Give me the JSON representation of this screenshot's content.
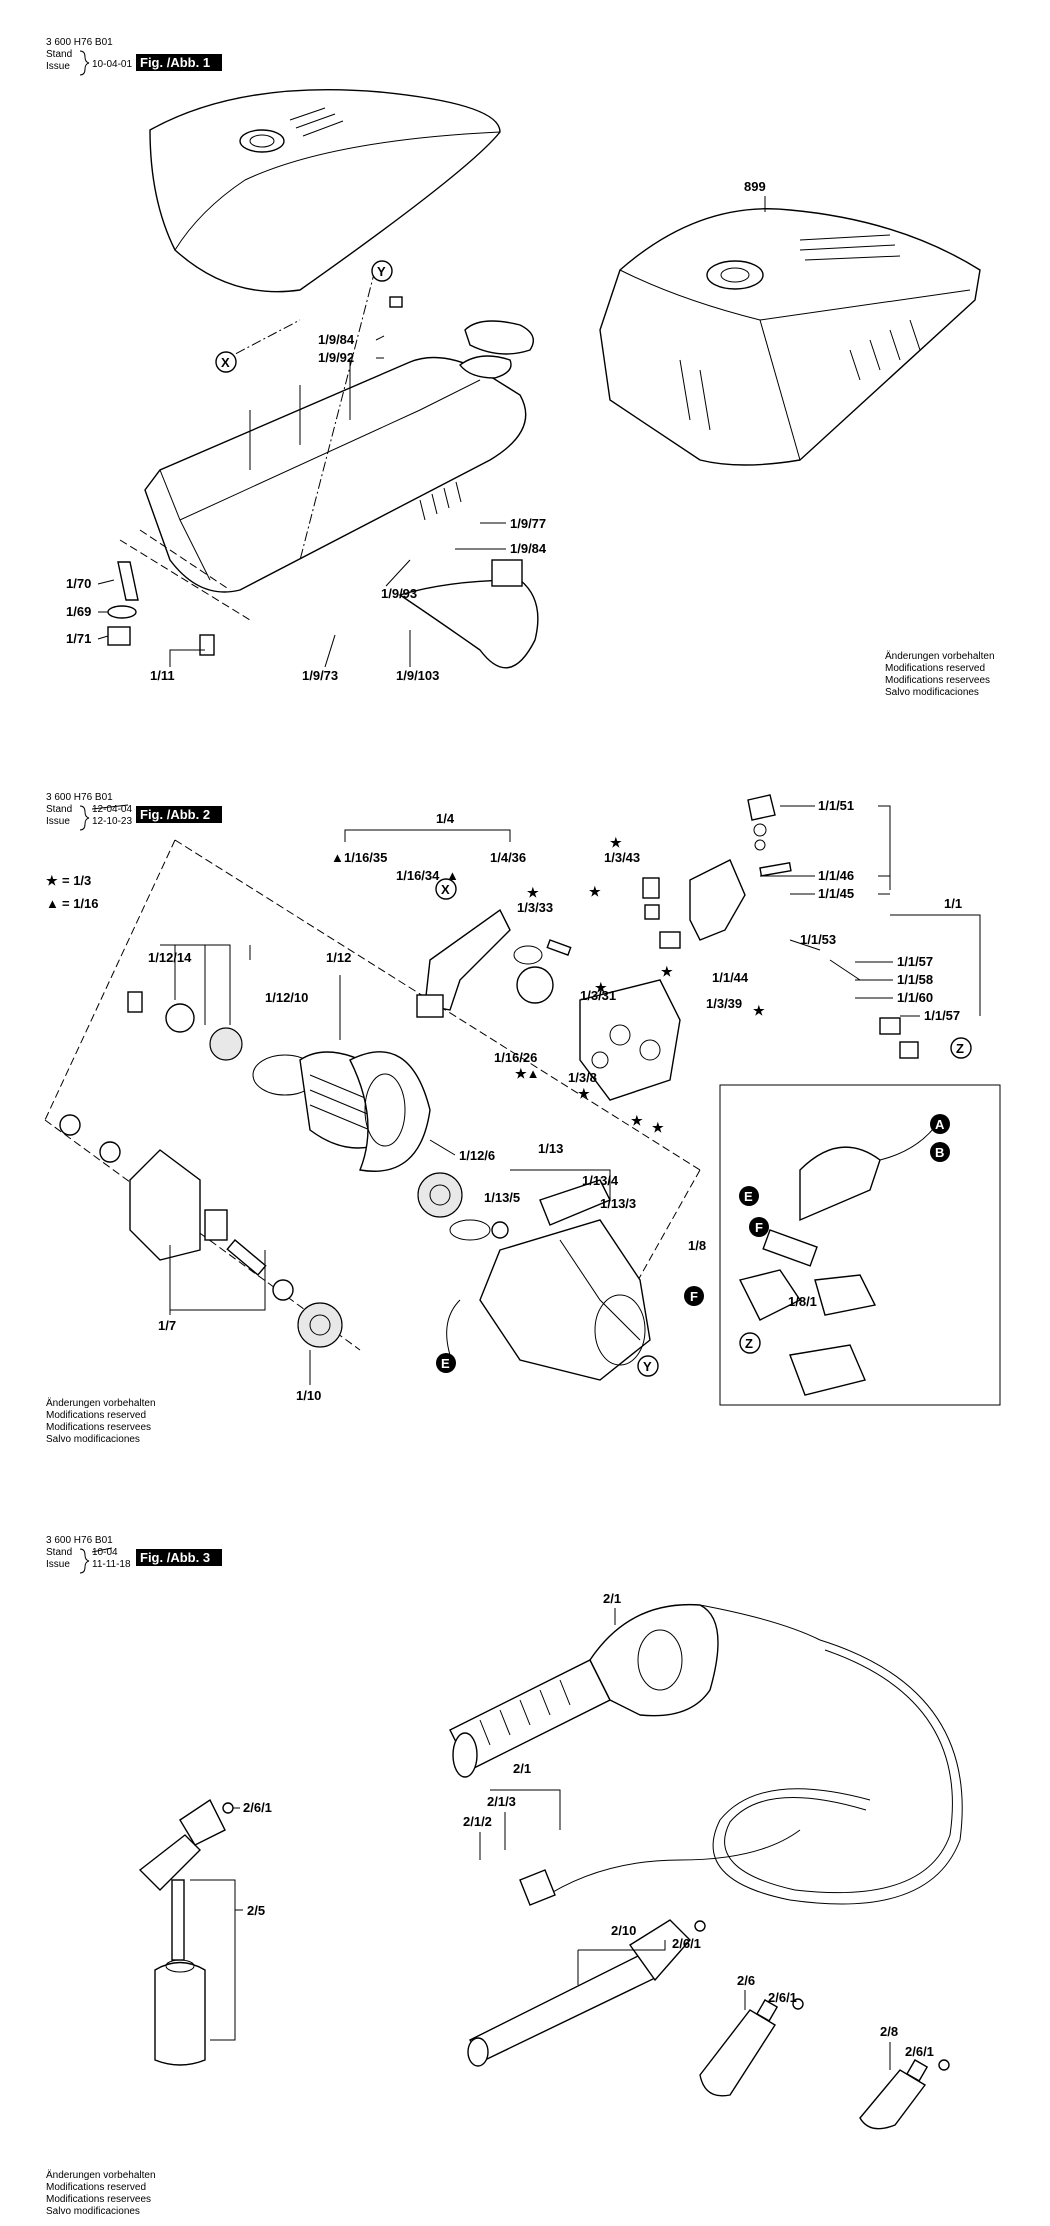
{
  "figures": [
    {
      "id": "fig1",
      "part_no": "3 600 H76 B01",
      "stand_label": "Stand",
      "issue_label": "Issue",
      "date": "10-04-01",
      "tag": "Fig. /Abb. 1",
      "labels": [
        "899",
        "1/9/84",
        "1/9/92",
        "1/9/77",
        "1/9/84",
        "1/70",
        "1/69",
        "1/71",
        "1/11",
        "1/9/93",
        "1/9/73",
        "1/9/103",
        "X",
        "Y"
      ],
      "notice": [
        "Änderungen vorbehalten",
        "Modifications reserved",
        "Modifications reservees",
        "Salvo modificaciones"
      ]
    },
    {
      "id": "fig2",
      "part_no": "3 600 H76 B01",
      "stand_label": "Stand",
      "issue_label": "Issue",
      "old_date": "12-04-04",
      "date": "12-10-23",
      "tag": "Fig. /Abb. 2",
      "legend": [
        {
          "symbol": "star",
          "text": "= 1/3"
        },
        {
          "symbol": "triangle",
          "text": "= 1/16"
        }
      ],
      "labels": [
        "1/4",
        "1/16/35",
        "1/16/34",
        "1/4/36",
        "X",
        "1/3/43",
        "1/3/33",
        "1/3/31",
        "1/16/26",
        "1/3/8",
        "1/1/51",
        "1/1/46",
        "1/1/45",
        "1/1",
        "1/1/53",
        "1/1/44",
        "1/3/39",
        "1/1/57",
        "1/1/58",
        "1/1/60",
        "1/1/57",
        "Z",
        "1/12/14",
        "1/12",
        "1/12/10",
        "1/12/6",
        "1/13",
        "1/13/4",
        "1/13/5",
        "1/13/3",
        "1/7",
        "1/10",
        "Y",
        "E",
        "F",
        "1/8",
        "1/8/1",
        "A",
        "B",
        "E",
        "F",
        "Z"
      ],
      "notice": [
        "Änderungen vorbehalten",
        "Modifications reserved",
        "Modifications reservees",
        "Salvo modificaciones"
      ]
    },
    {
      "id": "fig3",
      "part_no": "3 600 H76 B01",
      "stand_label": "Stand",
      "issue_label": "Issue",
      "old_date": "10-04",
      "date": "11-11-18",
      "tag": "Fig. /Abb. 3",
      "labels": [
        "2/1",
        "2/1",
        "2/1/3",
        "2/1/2",
        "2/6/1",
        "2/5",
        "2/10",
        "2/6/1",
        "2/6",
        "2/6/1",
        "2/8",
        "2/6/1"
      ],
      "notice": [
        "Änderungen vorbehalten",
        "Modifications reserved",
        "Modifications reservees",
        "Salvo modificaciones"
      ]
    }
  ]
}
